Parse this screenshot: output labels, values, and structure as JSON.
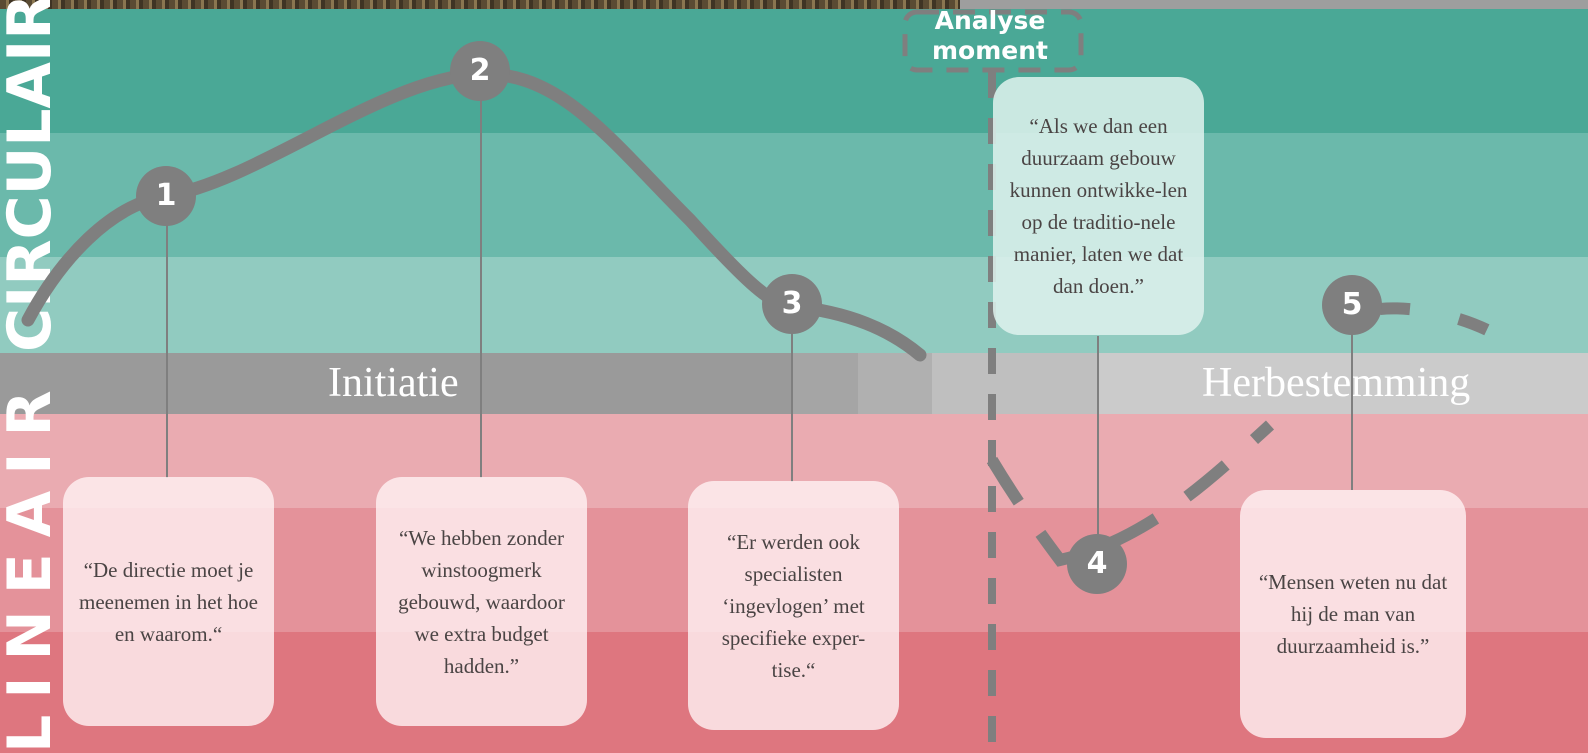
{
  "axes": {
    "top_label": "CIRCULAIR",
    "bottom_label": "LINEAIR"
  },
  "phases": {
    "left": "Initiatie",
    "right": "Herbestemming"
  },
  "analyse_label": {
    "line1": "Analyse",
    "line2": "moment"
  },
  "markers": [
    {
      "label": "1"
    },
    {
      "label": "2"
    },
    {
      "label": "3"
    },
    {
      "label": "4"
    },
    {
      "label": "5"
    }
  ],
  "quotes": [
    {
      "text": "“De directie moet je meenemen in het hoe en waarom.“"
    },
    {
      "text": "“We hebben zonder winstoogmerk gebouwd, waardoor we extra budget hadden.”"
    },
    {
      "text": "“Er werden ook specialisten ‘ingevlogen’ met specifieke exper-tise.“"
    },
    {
      "text": "“Als we dan een duurzaam gebouw kunnen ontwikke-len op de traditio-nele manier, laten we dat dan doen.”"
    },
    {
      "text": "“Mensen weten nu dat hij de man van duurzaamheid is.”"
    }
  ],
  "colors": {
    "circ_dark": "#4aa896",
    "circ_mid": "#6bb9ab",
    "circ_light": "#91cbc0",
    "lin_light": "#eaabb1",
    "lin_mid": "#e4929a",
    "lin_dark": "#de767f",
    "curve": "#7f7f7f"
  }
}
